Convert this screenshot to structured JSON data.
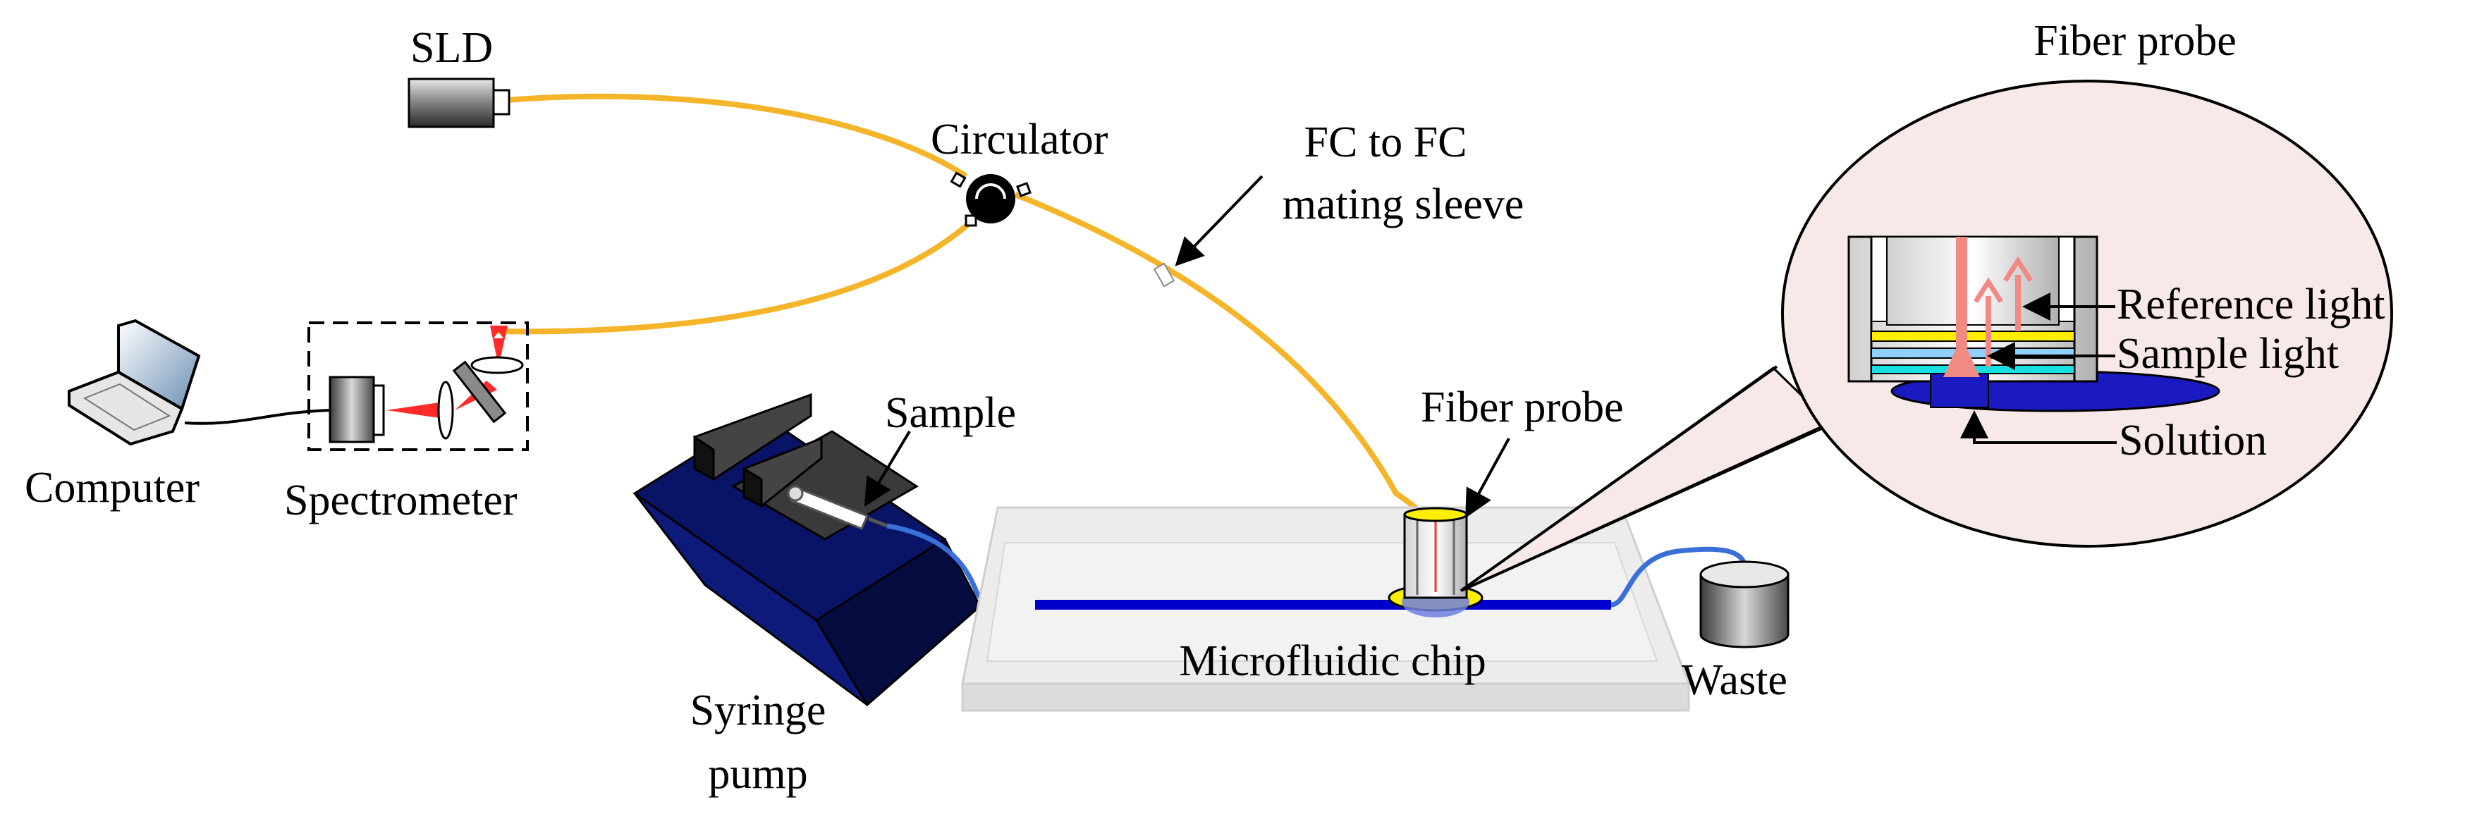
{
  "labels": {
    "sld": "SLD",
    "circulator": "Circulator",
    "fc_line1": "FC to FC",
    "fc_line2": "mating sleeve",
    "computer": "Computer",
    "spectrometer": "Spectrometer",
    "sample": "Sample",
    "syringe_line1": "Syringe",
    "syringe_line2": "pump",
    "fiber_probe": "Fiber probe",
    "microfluidic_chip": "Microfluidic chip",
    "waste": "Waste",
    "inset_title": "Fiber probe",
    "reference_light": "Reference light",
    "sample_light": "Sample light",
    "solution": "Solution"
  },
  "colors": {
    "fiber": "#f5b52a",
    "channel": "#0000cc",
    "pump_body": "#0a1466",
    "laser": "#ff2a2a",
    "inset_fill": "#f7e9e7",
    "probe_light": "#f08a82"
  }
}
